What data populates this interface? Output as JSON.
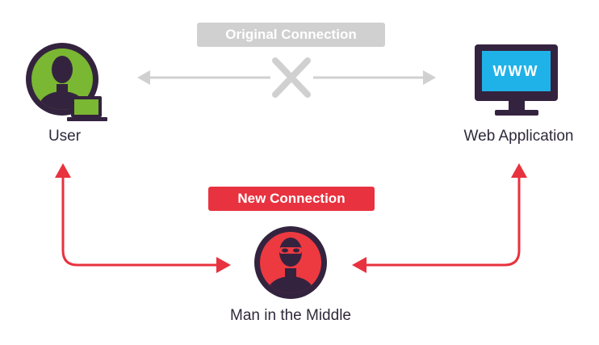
{
  "colors": {
    "faded": "#d0d0d0",
    "attack": "#e8323f",
    "dark": "#34233f",
    "user_green": "#7ab732",
    "screen_blue": "#1fb2e8",
    "attacker_red": "#ec3a40"
  },
  "icons": {
    "user": "user-with-laptop-icon",
    "webapp": "monitor-www-icon",
    "mitm": "masked-attacker-icon",
    "blocked": "x-mark-icon"
  },
  "original_connection": {
    "label": "Original Connection"
  },
  "new_connection": {
    "label": "New Connection"
  },
  "nodes": {
    "user": {
      "label": "User"
    },
    "webapp": {
      "label": "Web Application",
      "screen_text": "WWW"
    },
    "mitm": {
      "label": "Man in the Middle"
    }
  }
}
